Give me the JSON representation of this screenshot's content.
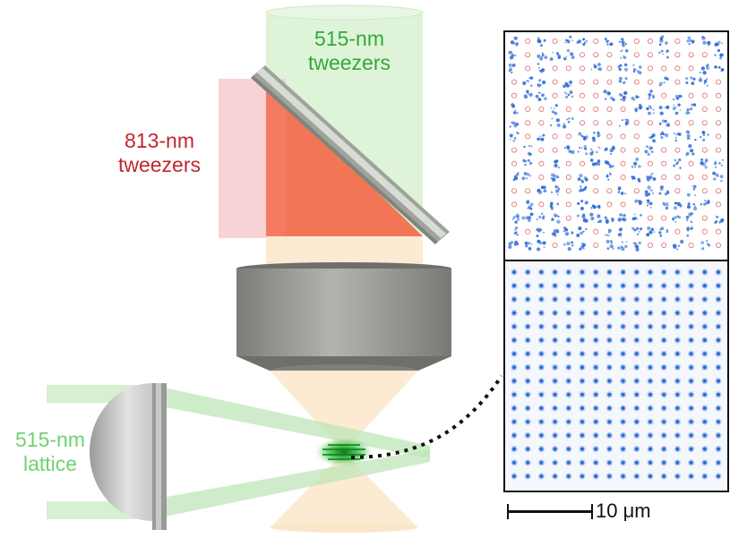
{
  "labels": {
    "tweezers_515": [
      "515-nm",
      "tweezers"
    ],
    "tweezers_813": [
      "813-nm",
      "tweezers"
    ],
    "lattice_515": [
      "515-nm",
      "lattice"
    ]
  },
  "scale_bar": {
    "label": "10 μm"
  },
  "colors": {
    "green_beam": "#3cb44b",
    "green_text": "#2faa3a",
    "red_text": "#c0262d",
    "red_beam": "#f2a3ad",
    "orange_reflection": "#f26a4a",
    "objective_gray": "#8f8e89",
    "collimated_beam": "#fcebd2",
    "atom_blue": "#2f6bd6",
    "site_marker_red": "#e26a6a"
  },
  "grid": {
    "rows": 16,
    "cols": 16
  }
}
